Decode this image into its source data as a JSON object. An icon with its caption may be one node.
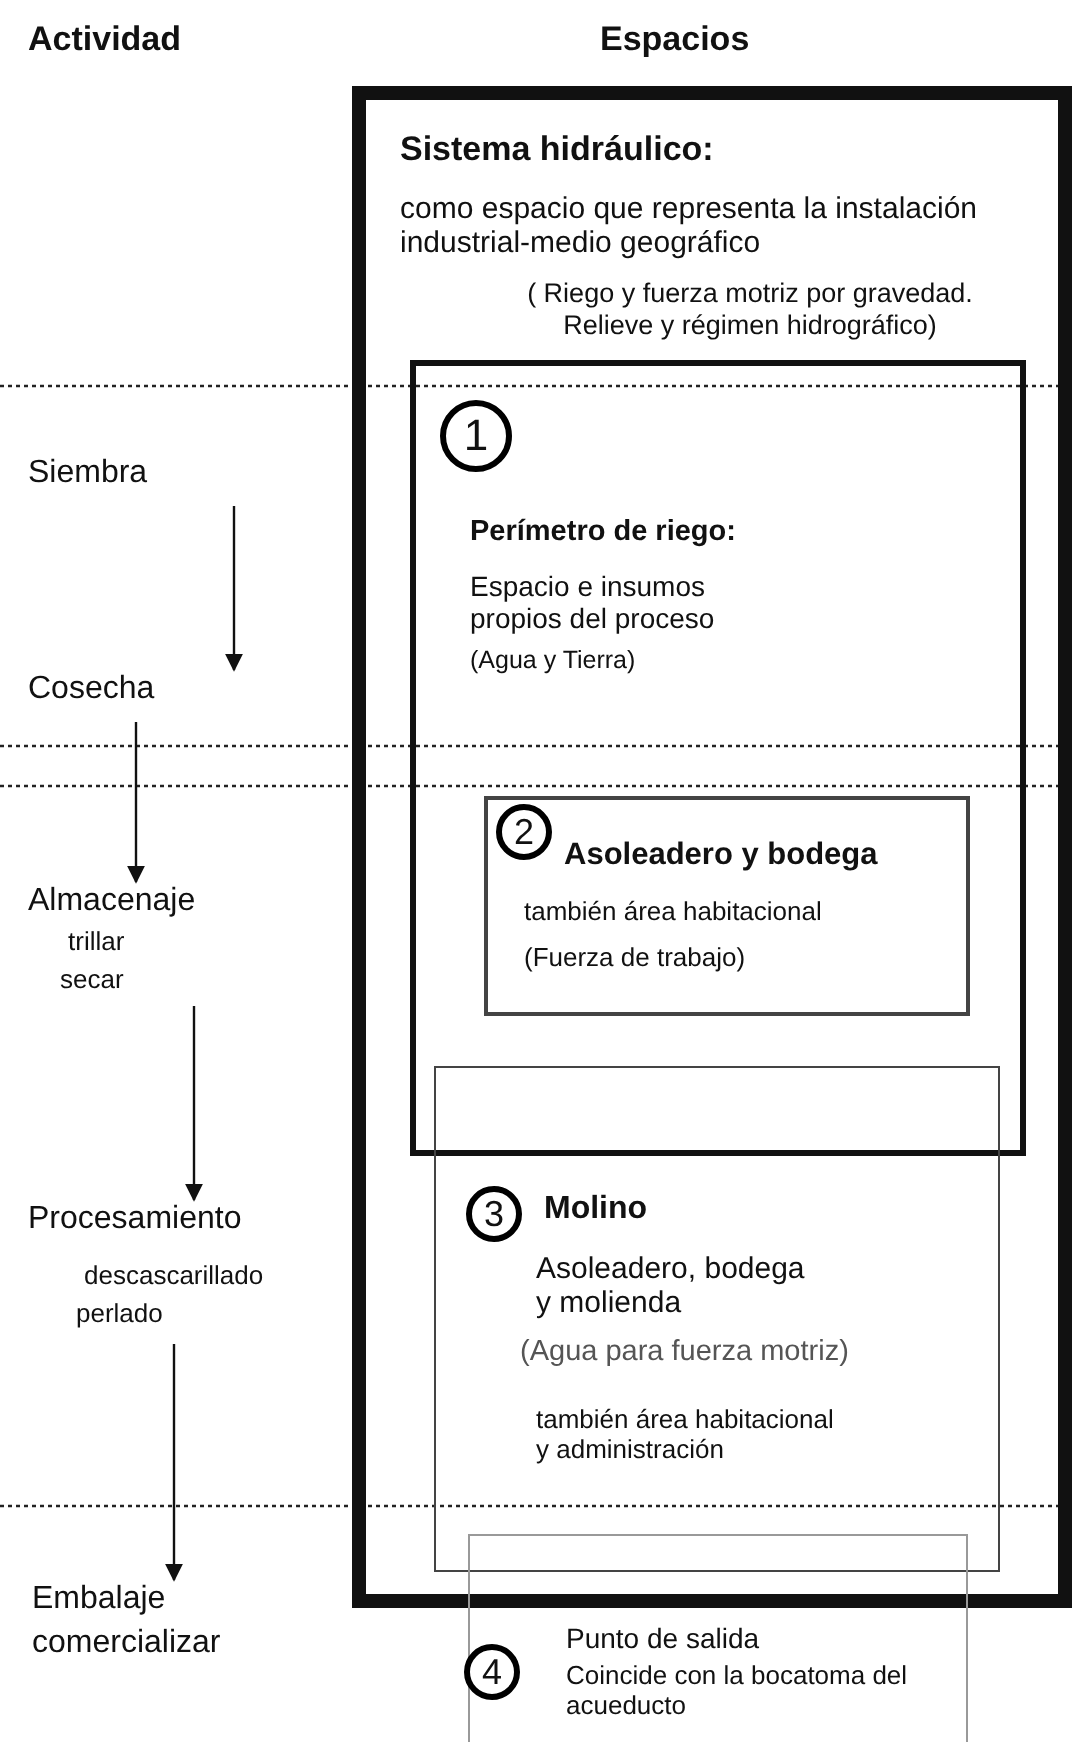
{
  "diagram": {
    "nodes": [
      {
        "text": [
          "Siembra"
        ]
      },
      {
        "text": [
          "Cosecha"
        ]
      },
      {
        "text": [
          "Almacenaje",
          "trillar",
          "secar"
        ]
      },
      {
        "text": [
          "Procesamiento",
          "descascarillado",
          "perlado"
        ]
      },
      {
        "text": [
          "Embalaje",
          "comercializar"
        ]
      },
      {
        "text": [
          "Sistema hidráulico:",
          "como espacio que representa la instalación industrial-medio geográfico",
          "( Riego y fuerza motriz por gravedad. Relieve y régimen hidrográfico)"
        ]
      },
      {
        "text": [
          "Perímetro de riego:",
          "Espacio e insumos propios del proceso",
          "(Agua y Tierra)"
        ],
        "in": 5
      },
      {
        "text": [
          "1"
        ],
        "in": 6
      },
      {
        "text": [
          "Asoleadero y bodega",
          "también área habitacional",
          "(Fuerza de trabajo)"
        ],
        "in": 6
      },
      {
        "text": [
          "2"
        ],
        "in": 8
      },
      {
        "text": [
          "Molino",
          "Asoleadero, bodega y molienda",
          "(Agua para fuerza motriz)",
          "también área habitacional y administración"
        ],
        "in": 5
      },
      {
        "text": [
          "3"
        ],
        "in": 10
      },
      {
        "text": [
          "Punto de salida",
          "Coincide con la bocatoma del acueducto"
        ]
      },
      {
        "text": [
          "4"
        ],
        "in": 12
      }
    ],
    "edges": [
      {
        "from": 0,
        "to": 1,
        "arrow": "to"
      },
      {
        "from": 1,
        "to": 2,
        "arrow": "to"
      },
      {
        "from": 2,
        "to": 3,
        "arrow": "to"
      },
      {
        "from": 3,
        "to": 4,
        "arrow": "to"
      }
    ],
    "labels": [
      "Actividad",
      "Espacios"
    ]
  }
}
